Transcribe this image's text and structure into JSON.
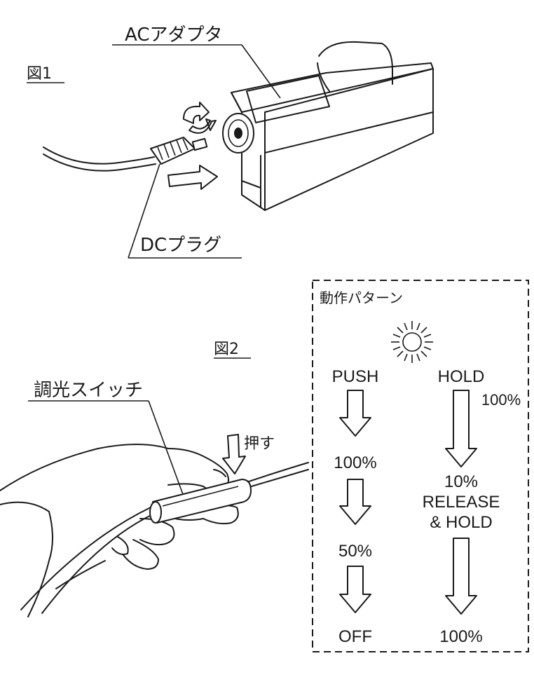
{
  "fig1": {
    "title": "図1",
    "ac_adapter_label": "ACアダプタ",
    "dc_plug_label": "DCプラグ"
  },
  "fig2": {
    "title": "図2",
    "switch_label": "調光スイッチ",
    "push_label": "押す"
  },
  "pattern_box": {
    "title": "動作パターン",
    "push": {
      "header": "PUSH",
      "steps": [
        "100%",
        "50%",
        "OFF"
      ]
    },
    "hold": {
      "header": "HOLD",
      "start": "100%",
      "mid_value": "10%",
      "mid_line1": "RELEASE",
      "mid_line2": "& HOLD",
      "end": "100%"
    }
  }
}
